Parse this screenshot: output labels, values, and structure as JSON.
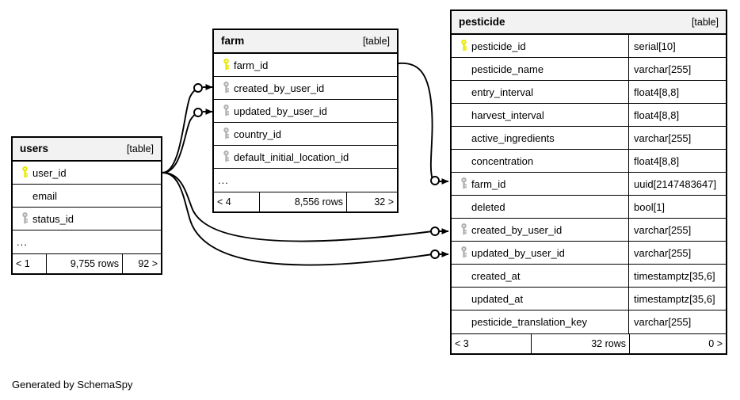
{
  "diagram": {
    "tool": "SchemaSpy",
    "generated_by_text": "Generated by SchemaSpy",
    "kind_label": "[table]",
    "ellipsis": "...",
    "colors": {
      "primary_key_icon": "#e8e800",
      "foreign_key_icon": "#b0b0b0",
      "table_header_bg": "#f2f2f2",
      "border": "#000000",
      "background": "#ffffff"
    }
  },
  "tables": [
    {
      "id": "users",
      "name": "users",
      "kind": "[table]",
      "columns": [
        {
          "name": "user_id",
          "key": "primary",
          "type": ""
        },
        {
          "name": "email",
          "key": "none",
          "type": ""
        },
        {
          "name": "status_id",
          "key": "foreign",
          "type": ""
        }
      ],
      "has_more_columns": true,
      "footer": {
        "left": "< 1",
        "middle": "9,755 rows",
        "right": "92 >"
      }
    },
    {
      "id": "farm",
      "name": "farm",
      "kind": "[table]",
      "columns": [
        {
          "name": "farm_id",
          "key": "primary",
          "type": ""
        },
        {
          "name": "created_by_user_id",
          "key": "foreign",
          "type": ""
        },
        {
          "name": "updated_by_user_id",
          "key": "foreign",
          "type": ""
        },
        {
          "name": "country_id",
          "key": "foreign",
          "type": ""
        },
        {
          "name": "default_initial_location_id",
          "key": "foreign",
          "type": ""
        }
      ],
      "has_more_columns": true,
      "footer": {
        "left": "< 4",
        "middle": "8,556 rows",
        "right": "32 >"
      }
    },
    {
      "id": "pesticide",
      "name": "pesticide",
      "kind": "[table]",
      "columns": [
        {
          "name": "pesticide_id",
          "key": "primary",
          "type": "serial[10]"
        },
        {
          "name": "pesticide_name",
          "key": "none",
          "type": "varchar[255]"
        },
        {
          "name": "entry_interval",
          "key": "none",
          "type": "float4[8,8]"
        },
        {
          "name": "harvest_interval",
          "key": "none",
          "type": "float4[8,8]"
        },
        {
          "name": "active_ingredients",
          "key": "none",
          "type": "varchar[255]"
        },
        {
          "name": "concentration",
          "key": "none",
          "type": "float4[8,8]"
        },
        {
          "name": "farm_id",
          "key": "foreign",
          "type": "uuid[2147483647]"
        },
        {
          "name": "deleted",
          "key": "none",
          "type": "bool[1]"
        },
        {
          "name": "created_by_user_id",
          "key": "foreign",
          "type": "varchar[255]"
        },
        {
          "name": "updated_by_user_id",
          "key": "foreign",
          "type": "varchar[255]"
        },
        {
          "name": "created_at",
          "key": "none",
          "type": "timestamptz[35,6]"
        },
        {
          "name": "updated_at",
          "key": "none",
          "type": "timestamptz[35,6]"
        },
        {
          "name": "pesticide_translation_key",
          "key": "none",
          "type": "varchar[255]"
        }
      ],
      "has_more_columns": false,
      "footer": {
        "left": "< 3",
        "middle": "32 rows",
        "right": "0 >"
      }
    }
  ],
  "relationships": [
    {
      "from_table": "users",
      "from_column": "user_id",
      "to_table": "farm",
      "to_column": "created_by_user_id"
    },
    {
      "from_table": "users",
      "from_column": "user_id",
      "to_table": "farm",
      "to_column": "updated_by_user_id"
    },
    {
      "from_table": "users",
      "from_column": "user_id",
      "to_table": "pesticide",
      "to_column": "created_by_user_id"
    },
    {
      "from_table": "users",
      "from_column": "user_id",
      "to_table": "pesticide",
      "to_column": "updated_by_user_id"
    },
    {
      "from_table": "farm",
      "from_column": "farm_id",
      "to_table": "pesticide",
      "to_column": "farm_id"
    }
  ]
}
